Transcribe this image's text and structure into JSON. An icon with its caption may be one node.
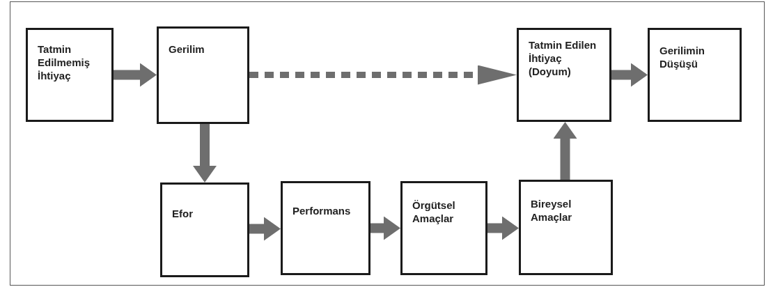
{
  "diagram": {
    "nodes": [
      {
        "text": [
          "Tatmin Edilmemiş İhtiyaç"
        ]
      },
      {
        "text": [
          "Gerilim"
        ]
      },
      {
        "text": [
          "Tatmin Edilen İhtiyaç (Doyum)"
        ]
      },
      {
        "text": [
          "Gerilimin Düşüşü"
        ]
      },
      {
        "text": [
          "Efor"
        ]
      },
      {
        "text": [
          "Performans"
        ]
      },
      {
        "text": [
          "Örgütsel Amaçlar"
        ]
      },
      {
        "text": [
          "Bireysel Amaçlar"
        ]
      }
    ],
    "edges": [
      {
        "from": 0,
        "to": 1,
        "arrow": "to"
      },
      {
        "from": 1,
        "to": 2,
        "arrow": "to",
        "style": "dashed"
      },
      {
        "from": 2,
        "to": 3,
        "arrow": "to"
      },
      {
        "from": 1,
        "to": 4,
        "arrow": "to"
      },
      {
        "from": 4,
        "to": 5,
        "arrow": "to"
      },
      {
        "from": 5,
        "to": 6,
        "arrow": "to"
      },
      {
        "from": 6,
        "to": 7,
        "arrow": "to"
      },
      {
        "from": 7,
        "to": 2,
        "arrow": "to"
      }
    ]
  }
}
